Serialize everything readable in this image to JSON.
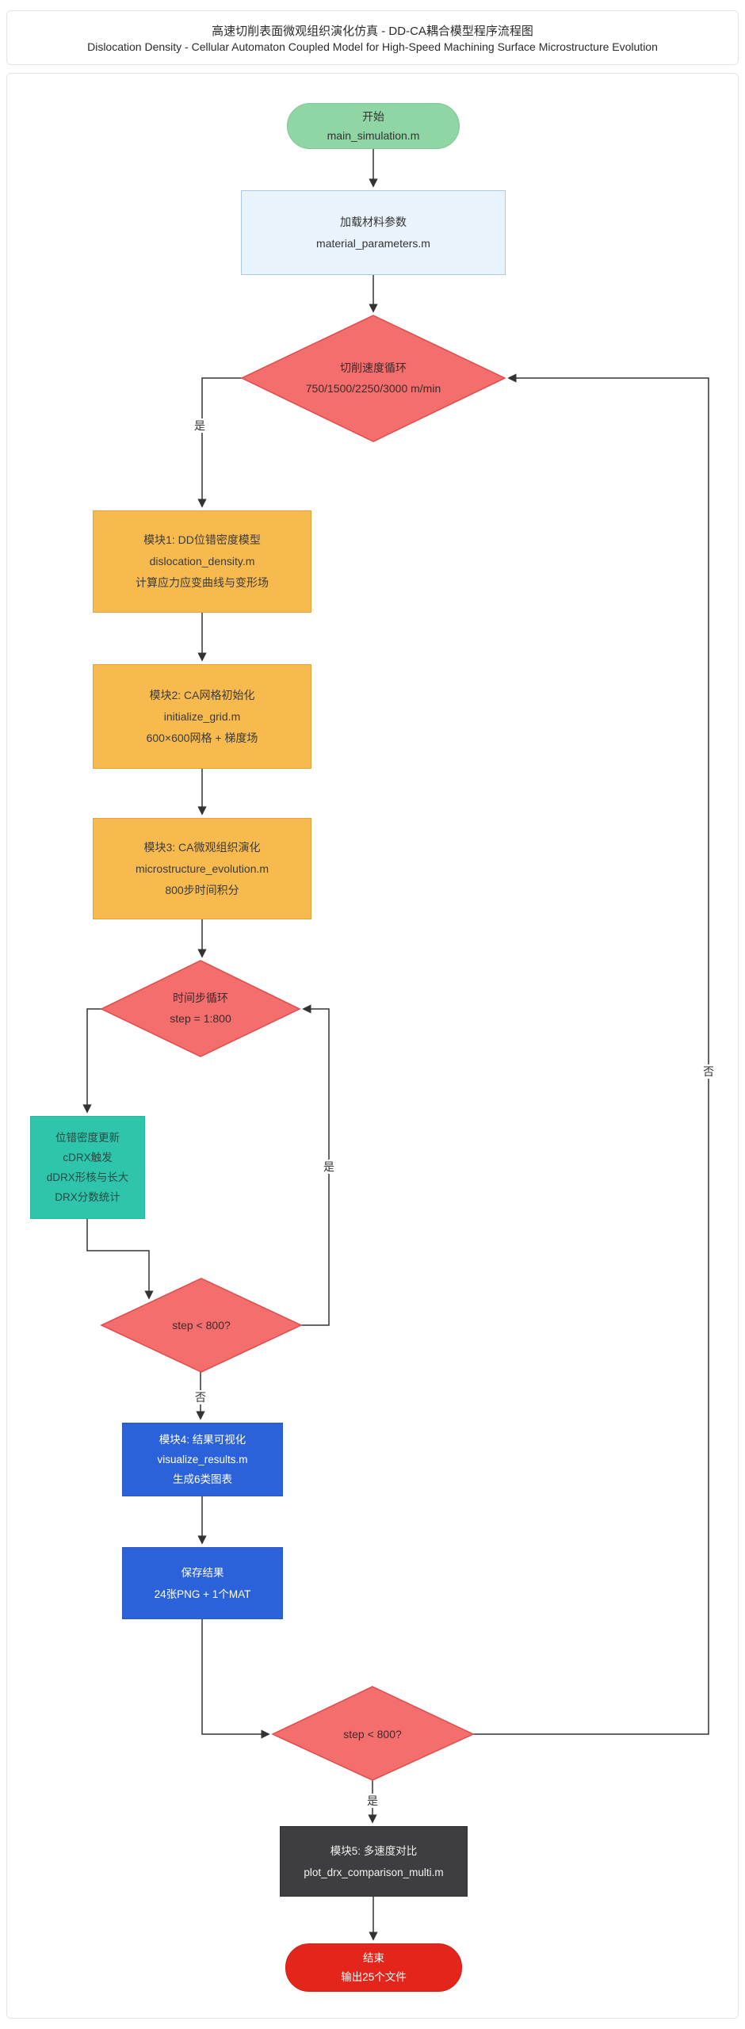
{
  "header": {
    "title_zh": "高速切削表面微观组织演化仿真 - DD-CA耦合模型程序流程图",
    "title_en": "Dislocation Density - Cellular Automaton Coupled Model for High-Speed Machining Surface Microstructure Evolution"
  },
  "nodes": {
    "start": {
      "lines": [
        "开始",
        "main_simulation.m"
      ]
    },
    "load_params": {
      "lines": [
        "加载材料参数",
        "material_parameters.m"
      ]
    },
    "speed_loop": {
      "lines": [
        "切削速度循环",
        "750/1500/2250/3000 m/min"
      ]
    },
    "module1": {
      "lines": [
        "模块1: DD位错密度模型",
        "dislocation_density.m",
        "计算应力应变曲线与变形场"
      ]
    },
    "module2": {
      "lines": [
        "模块2: CA网格初始化",
        "initialize_grid.m",
        "600×600网格 + 梯度场"
      ]
    },
    "module3": {
      "lines": [
        "模块3: CA微观组织演化",
        "microstructure_evolution.m",
        "800步时间积分"
      ]
    },
    "timestep_loop": {
      "lines": [
        "时间步循环",
        "step = 1:800"
      ]
    },
    "drx_update": {
      "lines": [
        "位错密度更新",
        "cDRX触发",
        "dDRX形核与长大",
        "DRX分数统计"
      ]
    },
    "step_check1": {
      "lines": [
        "step < 800?"
      ]
    },
    "module4": {
      "lines": [
        "模块4: 结果可视化",
        "visualize_results.m",
        "生成6类图表"
      ]
    },
    "save_results": {
      "lines": [
        "保存结果",
        "24张PNG + 1个MAT"
      ]
    },
    "step_check2": {
      "lines": [
        "step < 800?"
      ]
    },
    "module5": {
      "lines": [
        "模块5: 多速度对比",
        "plot_drx_comparison_multi.m"
      ]
    },
    "end": {
      "lines": [
        "结束",
        "输出25个文件"
      ]
    }
  },
  "edge_labels": {
    "speed_yes": "是",
    "loop_back_yes": "是",
    "check1_no": "否",
    "check2_yes": "是",
    "check2_no": "否"
  },
  "colors": {
    "start_fill": "#90d5a4",
    "params_fill": "#e9f3fc",
    "diamond_fill": "#f56e6e",
    "diamond_stroke": "#e04b4b",
    "module_orange": "#f7ba4f",
    "teal_fill": "#2ec5ac",
    "blue_fill": "#2c62d9",
    "dark_fill": "#3e3e40",
    "end_fill": "#e3251c",
    "edge_stroke": "#333333"
  }
}
